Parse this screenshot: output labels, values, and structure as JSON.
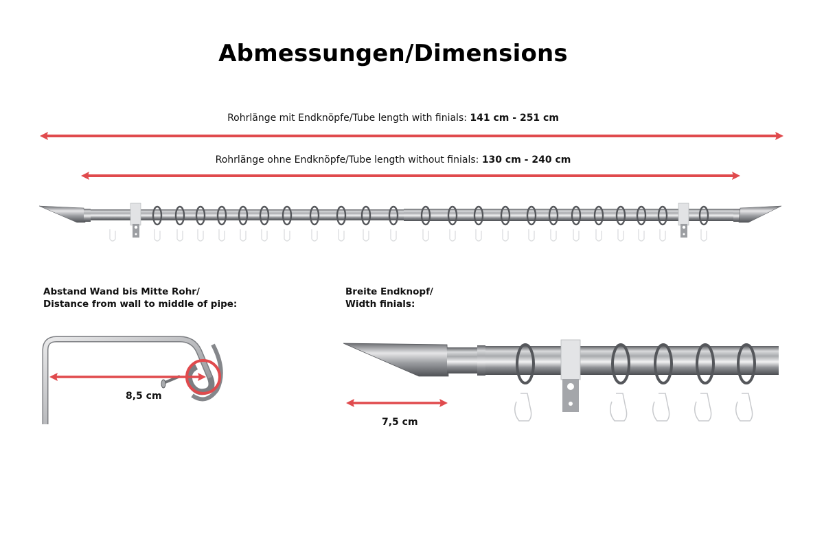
{
  "title": "Abmessungen/Dimensions",
  "colors": {
    "arrow": "#e04a4d",
    "metal": "#8a8c90",
    "text": "#111111",
    "background": "#ffffff"
  },
  "dimensions": {
    "with_finials": {
      "label": "Rohrlänge mit Endknöpfe/Tube length with finials: ",
      "value": "141 cm - 251 cm"
    },
    "without_finials": {
      "label": "Rohrlänge ohne Endknöpfe/Tube length without finials: ",
      "value": "130 cm - 240 cm"
    }
  },
  "rod": {
    "ring_count": 23,
    "bracket_count": 2,
    "finial_style": "angled-cut"
  },
  "bracket_detail": {
    "label_line1": "Abstand Wand bis Mitte Rohr/",
    "label_line2": "Distance from wall to middle of pipe:",
    "measurement": "8,5 cm"
  },
  "finial_detail": {
    "label_line1": "Breite Endknopf/",
    "label_line2": "Width finials:",
    "measurement": "7,5 cm"
  }
}
